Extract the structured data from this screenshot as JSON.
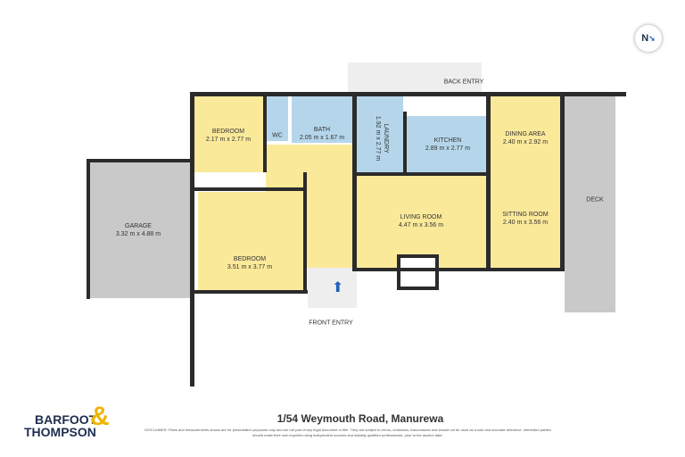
{
  "north_label": "N",
  "rooms": {
    "bedroom1": {
      "name": "BEDROOM",
      "size": "2.17 m x 2.77 m"
    },
    "wc": {
      "name": "WC"
    },
    "bath": {
      "name": "BATH",
      "size": "2.05 m x 1.67 m"
    },
    "laundry": {
      "name": "LAUNDRY",
      "size": "1.92 m x 2.77 m"
    },
    "kitchen": {
      "name": "KITCHEN",
      "size": "2.89 m x 2.77 m"
    },
    "dining": {
      "name": "DINING AREA",
      "size": "2.40 m x 2.92 m"
    },
    "deck": {
      "name": "DECK"
    },
    "garage": {
      "name": "GARAGE",
      "size": "3.32 m x 4.88 m"
    },
    "bedroom2": {
      "name": "BEDROOM",
      "size": "3.51 m x 3.77 m"
    },
    "living": {
      "name": "LIVING ROOM",
      "size": "4.47 m x 3.56 m"
    },
    "sitting": {
      "name": "SITTING ROOM",
      "size": "2.40 m x 3.56 m"
    }
  },
  "entries": {
    "back": "BACK ENTRY",
    "front": "FRONT ENTRY"
  },
  "logo": {
    "line1": "BARFOOT",
    "line2": "THOMPSON",
    "amp": "&"
  },
  "address": "1/54 Weymouth Road, Manurewa",
  "disclaimer": "DISCLAIMER: Plans and measurements shown are for presentation purposes only and are not part of any legal document or title. They are subject to errors, omissions, inaccuracies and should not be used as a sole and accurate reference. Interested parties should make their own inquiries using independent sources and suitably qualified professionals, prior to the auction date.",
  "colors": {
    "living": "#fbe99a",
    "wet": "#b5d6ea",
    "outdoor": "#c9c9c9",
    "wall": "#2b2b2b",
    "brand": "#1e2e4f",
    "accent": "#f0b400",
    "arrow": "#1f5fbf"
  }
}
